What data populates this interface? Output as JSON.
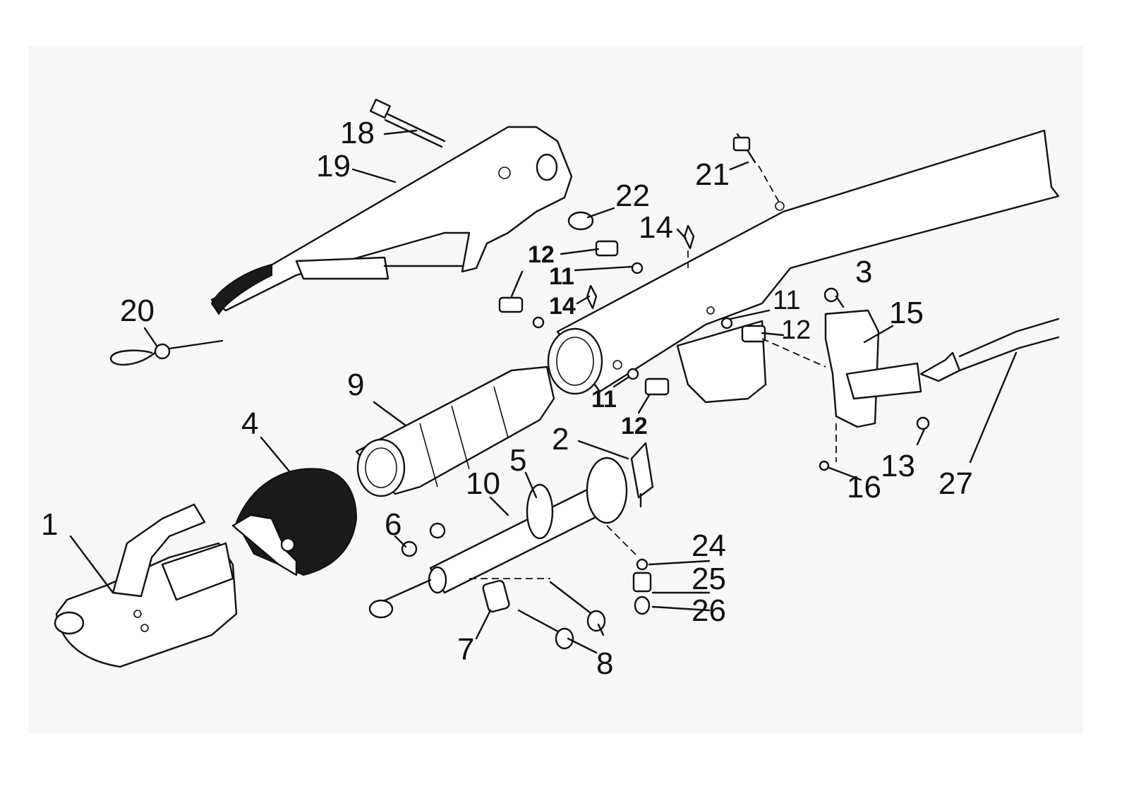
{
  "colors": {
    "ink": "#111111",
    "background": "#ffffff",
    "panel": "#f7f7f7"
  },
  "callouts": {
    "c1": "1",
    "c2": "2",
    "c3": "3",
    "c4": "4",
    "c5": "5",
    "c6": "6",
    "c7": "7",
    "c8": "8",
    "c9": "9",
    "c10": "10",
    "c11a": "11",
    "c11b": "11",
    "c11c": "11",
    "c12a": "12",
    "c12b": "12",
    "c12c": "12",
    "c13": "13",
    "c14a": "14",
    "c14b": "14",
    "c15": "15",
    "c16": "16",
    "c18": "18",
    "c19": "19",
    "c20": "20",
    "c21": "21",
    "c22": "22",
    "c24": "24",
    "c25": "25",
    "c26": "26",
    "c27": "27"
  }
}
